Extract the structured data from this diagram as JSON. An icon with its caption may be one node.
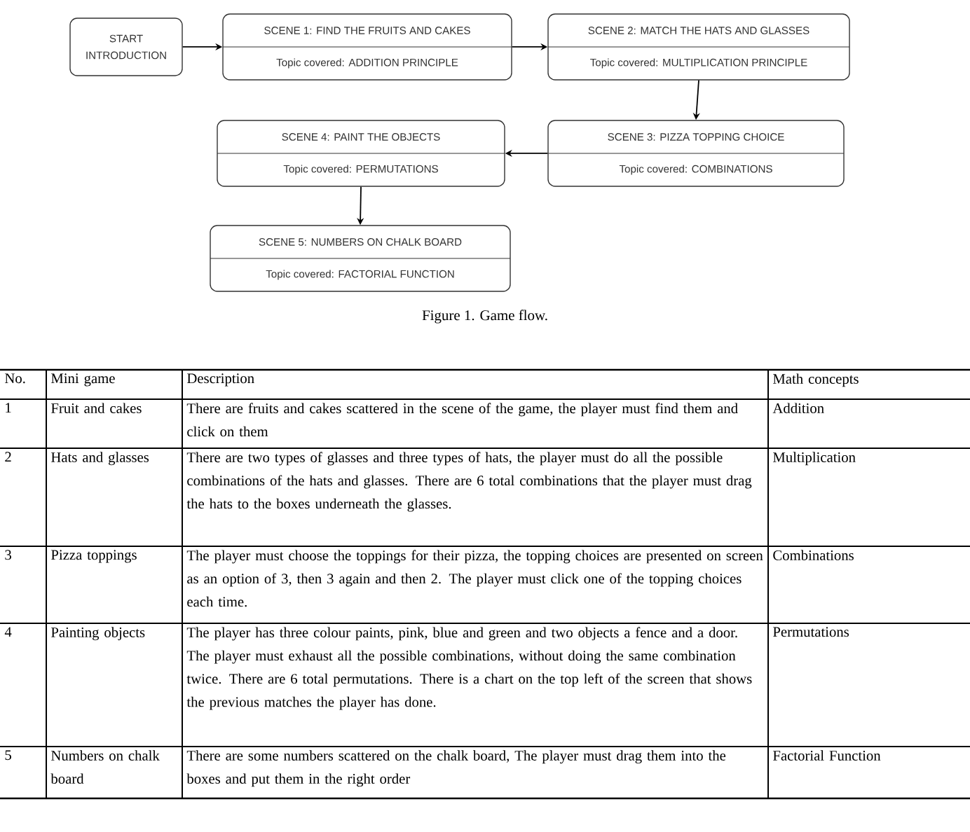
{
  "diagram": {
    "caption": "Figure 1. Game flow.",
    "nodes": [
      {
        "text": [
          "START INTRODUCTION"
        ]
      },
      {
        "text": [
          "SCENE 1: FIND THE FRUITS AND CAKES",
          "Topic covered: ADDITION PRINCIPLE"
        ]
      },
      {
        "text": [
          "SCENE 2: MATCH THE HATS AND GLASSES",
          "Topic covered: MULTIPLICATION PRINCIPLE"
        ]
      },
      {
        "text": [
          "SCENE 3: PIZZA TOPPING CHOICE",
          "Topic covered: COMBINATIONS"
        ]
      },
      {
        "text": [
          "SCENE 4: PAINT THE OBJECTS",
          "Topic covered: PERMUTATIONS"
        ]
      },
      {
        "text": [
          "SCENE 5: NUMBERS ON CHALK BOARD",
          "Topic covered: FACTORIAL FUNCTION"
        ]
      }
    ],
    "edges": [
      {
        "from": 0,
        "to": 1,
        "arrow": "to"
      },
      {
        "from": 1,
        "to": 2,
        "arrow": "to"
      },
      {
        "from": 2,
        "to": 3,
        "arrow": "to"
      },
      {
        "from": 3,
        "to": 4,
        "arrow": "to"
      },
      {
        "from": 4,
        "to": 5,
        "arrow": "to"
      }
    ],
    "labels": [
      "No.",
      "Mini game",
      "Description",
      "Math concepts",
      "1",
      "Fruit and cakes",
      "There are fruits and cakes scattered in the scene of the game, the player must find them and click on them",
      "Addition",
      "2",
      "Hats and glasses",
      "There are two types of glasses and three types of hats, the player must do all the possible combinations of the hats and glasses. There are 6 total combinations that the player must drag the hats to the boxes underneath the glasses.",
      "Multiplication",
      "3",
      "Pizza toppings",
      "The player must choose the toppings for their pizza, the topping choices are presented on screen as an option of 3, then 3 again and then 2. The player must click one of the topping choices each time.",
      "Combinations",
      "4",
      "Painting objects",
      "The player has three colour paints, pink, blue and green and two objects a fence and a door. The player must exhaust all the possible combinations, without doing the same combination twice. There are 6 total permutations. There is a chart on the top left of the screen that shows the previous matches the player has done.",
      "Permutations",
      "5",
      "Numbers on chalk board",
      "There are some numbers scattered on the chalk board, The player must drag them into the boxes and put them in the right order",
      "Factorial Function"
    ]
  }
}
